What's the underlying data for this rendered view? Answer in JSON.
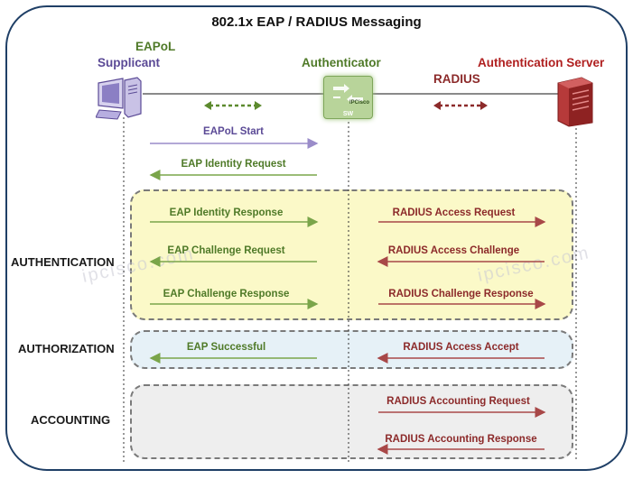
{
  "title": "802.1x  EAP  / RADIUS Messaging",
  "entities": {
    "supplicant": "Supplicant",
    "eapol_label": "EAPoL",
    "authenticator": "Authenticator",
    "radius_label": "RADIUS",
    "auth_server": "Authentication Server",
    "switch_tag": "SW",
    "switch_brand": "IPCisco"
  },
  "phases": {
    "authentication": "AUTHENTICATION",
    "authorization": "AUTHORIZATION",
    "accounting": "ACCOUNTING"
  },
  "messages": {
    "eapol_start": "EAPoL Start",
    "eap_identity_request": "EAP Identity Request",
    "eap_identity_response": "EAP Identity Response",
    "eap_challenge_request": "EAP Challenge Request",
    "eap_challenge_response": "EAP Challenge Response",
    "eap_successful": "EAP Successful",
    "radius_access_request": "RADIUS Access Request",
    "radius_access_challenge": "RADIUS Access Challenge",
    "radius_challenge_response": "RADIUS Challenge Response",
    "radius_access_accept": "RADIUS Access Accept",
    "radius_accounting_request": "RADIUS Accounting Request",
    "radius_accounting_response": "RADIUS Accounting Response"
  },
  "watermark": "ipcisco.com",
  "colors": {
    "purple": "#5b4a96",
    "green": "#4f7a28",
    "red": "#8c2a2a",
    "auth_band": "#fbf9c8",
    "authz_band": "#e6f1f7",
    "acct_band": "#eeeeee"
  }
}
